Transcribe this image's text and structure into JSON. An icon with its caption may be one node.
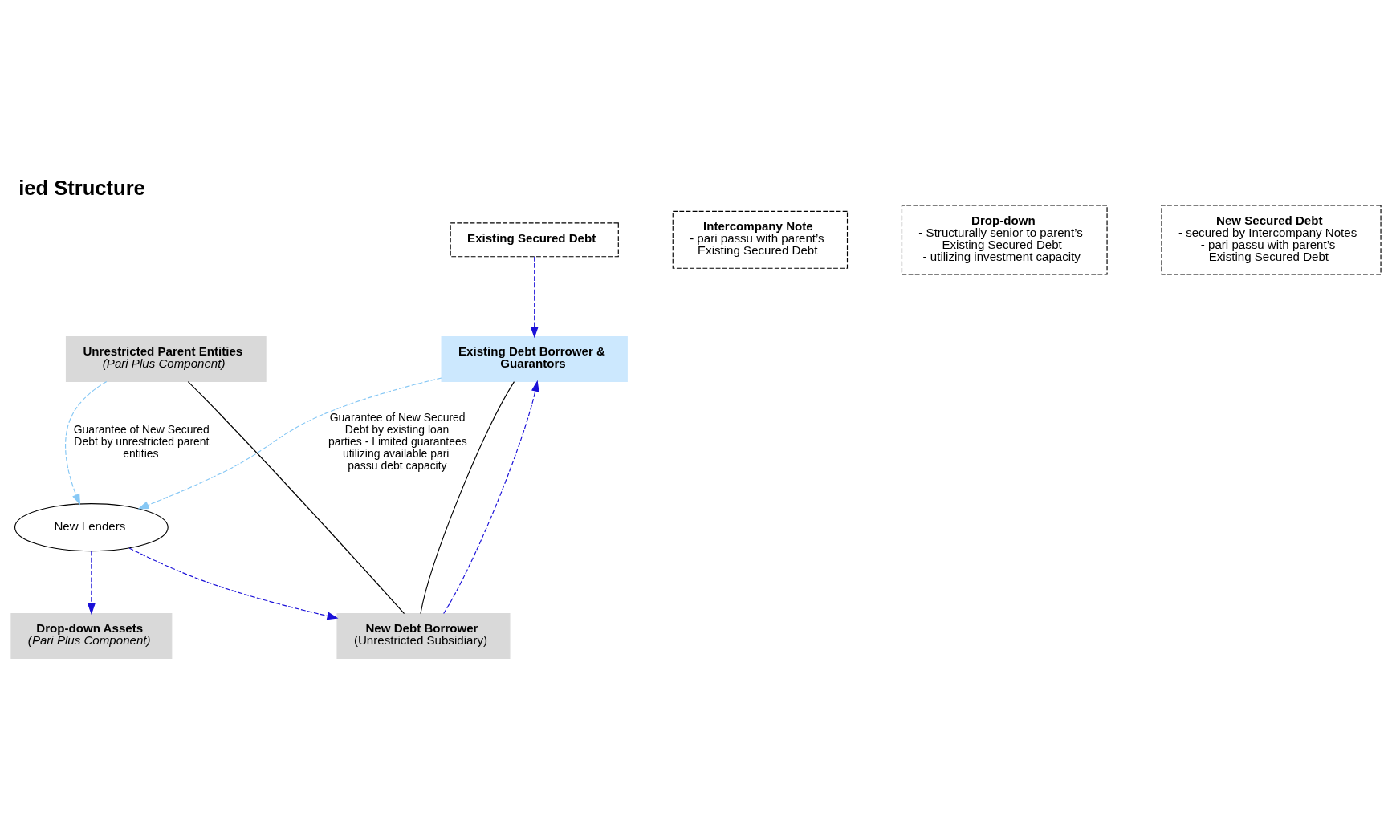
{
  "diagram": {
    "title": "ied Structure",
    "nodes": [
      {
        "text": [
          "Existing Secured Debt"
        ]
      },
      {
        "text": [
          "Existing Debt Borrower & Guarantors"
        ]
      },
      {
        "text": [
          "Intercompany Note",
          "- pari passu with parent’s Existing Secured Debt"
        ]
      },
      {
        "text": [
          "Unrestricted Parent Entities",
          "(Pari Plus Component)"
        ]
      },
      {
        "text": [
          "New Debt Borrower",
          "(Unrestricted Subsidiary)"
        ]
      },
      {
        "text": [
          "Drop-down Assets",
          "(Pari Plus Component)"
        ]
      },
      {
        "text": [
          "New Lenders"
        ]
      },
      {
        "text": [
          "Drop-down",
          "- Structurally senior to parent’s Existing Secured Debt",
          "- utilizing investment capacity"
        ]
      },
      {
        "text": [
          "New Secured Debt",
          "- secured by Intercompany Notes",
          "- pari passu with parent’s Existing Secured Debt"
        ]
      }
    ],
    "edges": [
      {
        "from": 0,
        "to": 1,
        "arrow": "to",
        "style": "dashed"
      },
      {
        "from": 4,
        "to": 1,
        "arrow": "to",
        "style": "dashed"
      },
      {
        "from": 1,
        "to": 4,
        "arrow": "none",
        "color": "#000000"
      },
      {
        "from": 3,
        "to": 4,
        "arrow": "none",
        "color": "#000000"
      },
      {
        "from": 3,
        "to": 6,
        "arrow": "to",
        "style": "dashed",
        "color": "#87c8f5",
        "label": "Guarantee of New Secured Debt by unrestricted parent entities"
      },
      {
        "from": 1,
        "to": 6,
        "arrow": "to",
        "style": "dashed",
        "color": "#87c8f5",
        "label": "Guarantee of New Secured Debt by existing loan parties - Limited guarantees utilizing available pari passu debt capacity"
      },
      {
        "from": 6,
        "to": 4,
        "arrow": "to",
        "style": "dashed"
      },
      {
        "from": 6,
        "to": 5,
        "arrow": "to",
        "style": "dashed"
      }
    ]
  }
}
